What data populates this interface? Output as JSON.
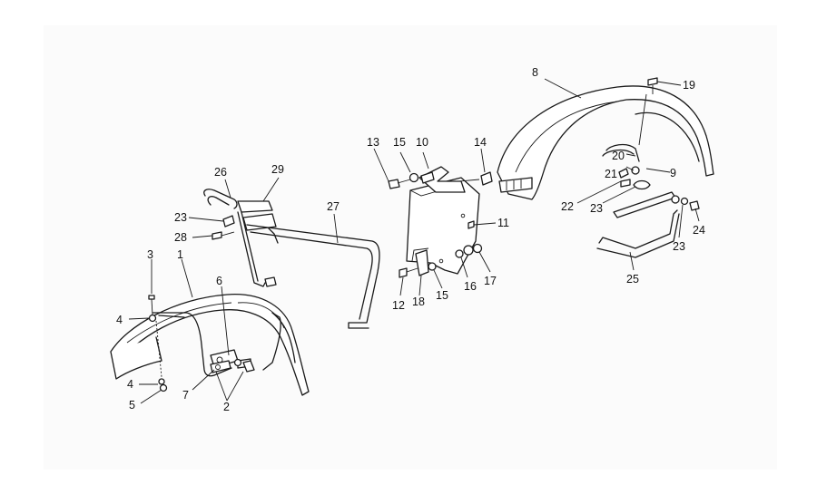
{
  "diagram": {
    "callouts": {
      "c1": "1",
      "c2": "2",
      "c3": "3",
      "c4a": "4",
      "c4b": "4",
      "c5": "5",
      "c6": "6",
      "c7": "7",
      "c8": "8",
      "c9": "9",
      "c10": "10",
      "c11": "11",
      "c12": "12",
      "c13": "13",
      "c14": "14",
      "c15a": "15",
      "c15b": "15",
      "c16": "16",
      "c17": "17",
      "c18": "18",
      "c19": "19",
      "c20": "20",
      "c21": "21",
      "c22": "22",
      "c23a": "23",
      "c23b": "23",
      "c23c": "23",
      "c24": "24",
      "c25": "25",
      "c26": "26",
      "c27": "27",
      "c28": "28",
      "c29": "29"
    }
  }
}
